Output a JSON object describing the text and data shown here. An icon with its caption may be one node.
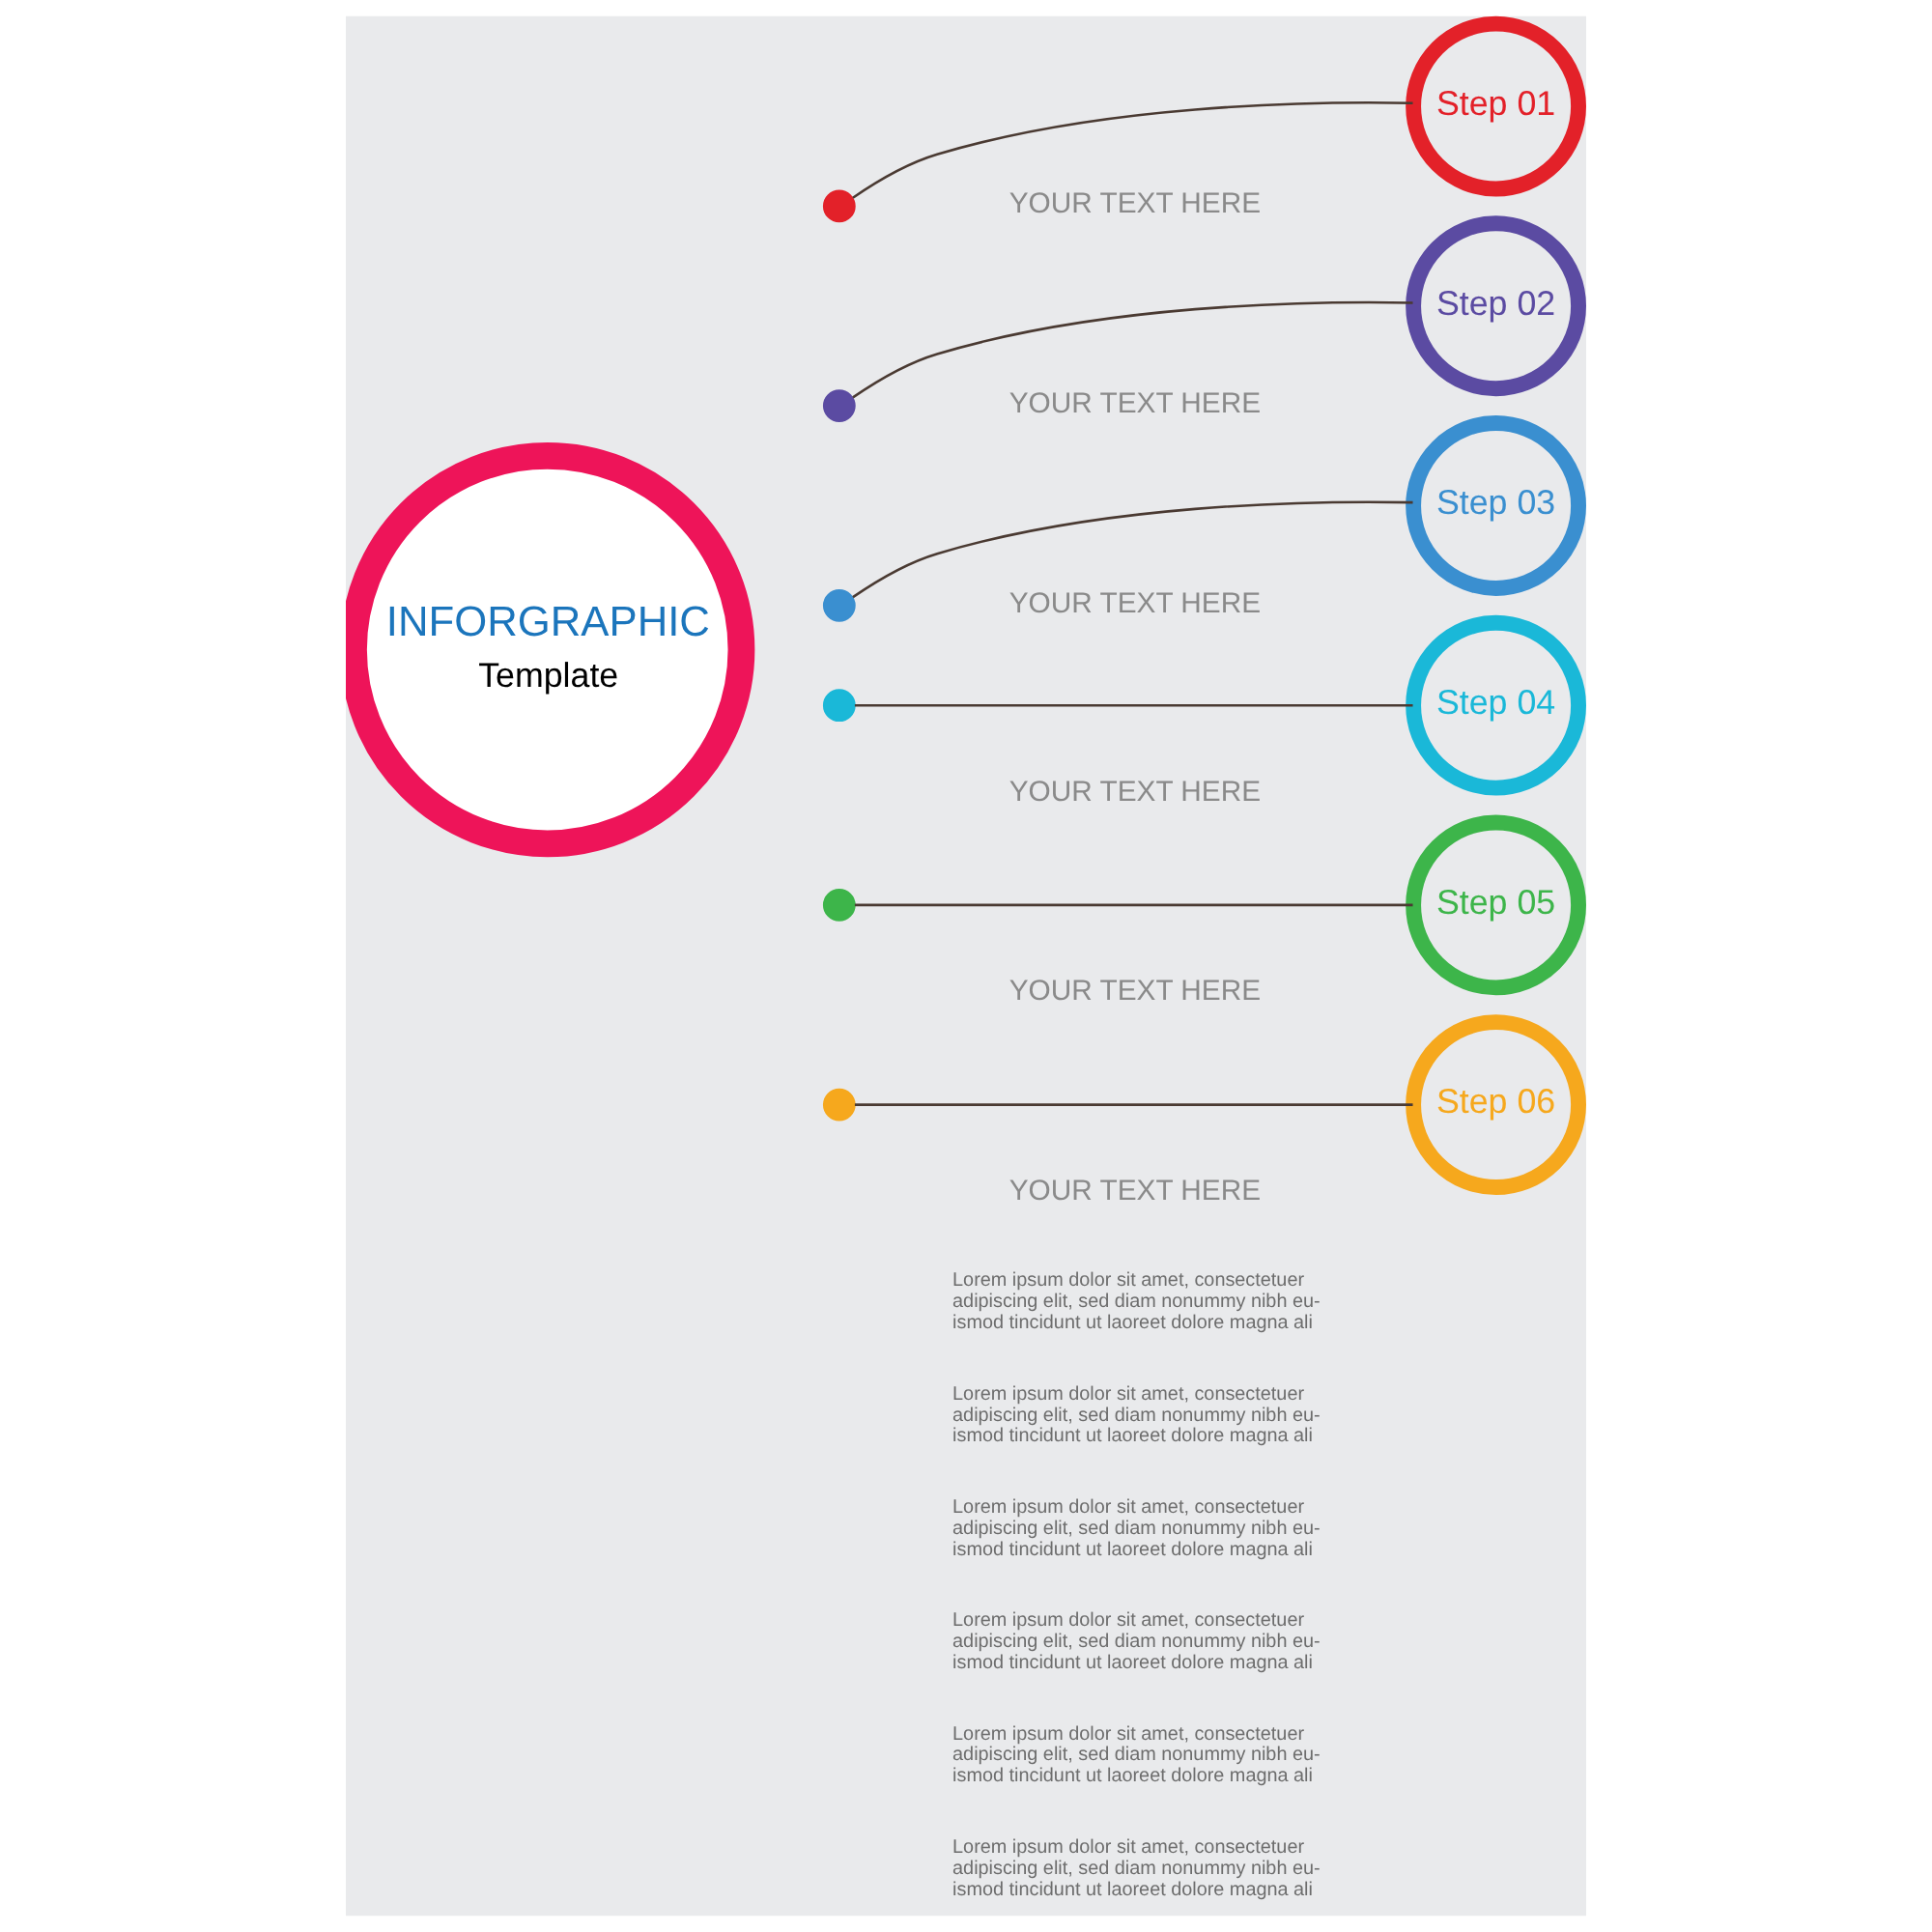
{
  "diagram": {
    "nodes": [
      {
        "text": [
          "INFORGRAPHIC",
          "Template"
        ]
      },
      {
        "text": [],
        "shape": "circle"
      },
      {
        "text": [],
        "shape": "circle"
      },
      {
        "text": [],
        "shape": "circle"
      },
      {
        "text": [],
        "shape": "circle"
      },
      {
        "text": [],
        "shape": "circle"
      },
      {
        "text": [],
        "shape": "circle"
      },
      {
        "text": [
          "Step 01"
        ]
      },
      {
        "text": [
          "Step 02"
        ]
      },
      {
        "text": [
          "Step 03"
        ]
      },
      {
        "text": [
          "Step 04"
        ]
      },
      {
        "text": [
          "Step 05"
        ]
      },
      {
        "text": [
          "Step 06"
        ]
      }
    ],
    "edges": [
      {
        "from": 1,
        "to": 7,
        "arrow": "none"
      },
      {
        "from": 2,
        "to": 8,
        "arrow": "none"
      },
      {
        "from": 3,
        "to": 9,
        "arrow": "none"
      },
      {
        "from": 4,
        "to": 10,
        "arrow": "none"
      },
      {
        "from": 5,
        "to": 11,
        "arrow": "none"
      },
      {
        "from": 6,
        "to": 12,
        "arrow": "none"
      }
    ],
    "labels": [
      "YOUR TEXT HERE",
      "Lorem ipsum dolor sit amet, consectetuer adipiscing elit, sed diam nonummy nibh eu- ismod tincidunt ut laoreet dolore magna ali",
      "YOUR TEXT HERE",
      "Lorem ipsum dolor sit amet, consectetuer adipiscing elit, sed diam nonummy nibh eu- ismod tincidunt ut laoreet dolore magna ali",
      "YOUR TEXT HERE",
      "Lorem ipsum dolor sit amet, consectetuer adipiscing elit, sed diam nonummy nibh eu- ismod tincidunt ut laoreet dolore magna ali",
      "YOUR TEXT HERE",
      "Lorem ipsum dolor sit amet, consectetuer adipiscing elit, sed diam nonummy nibh eu- ismod tincidunt ut laoreet dolore magna ali",
      "YOUR TEXT HERE",
      "Lorem ipsum dolor sit amet, consectetuer adipiscing elit, sed diam nonummy nibh eu- ismod tincidunt ut laoreet dolore magna ali",
      "YOUR TEXT HERE",
      "Lorem ipsum dolor sit amet, consectetuer adipiscing elit, sed diam nonummy nibh eu- ismod tincidunt ut laoreet dolore magna ali"
    ]
  }
}
